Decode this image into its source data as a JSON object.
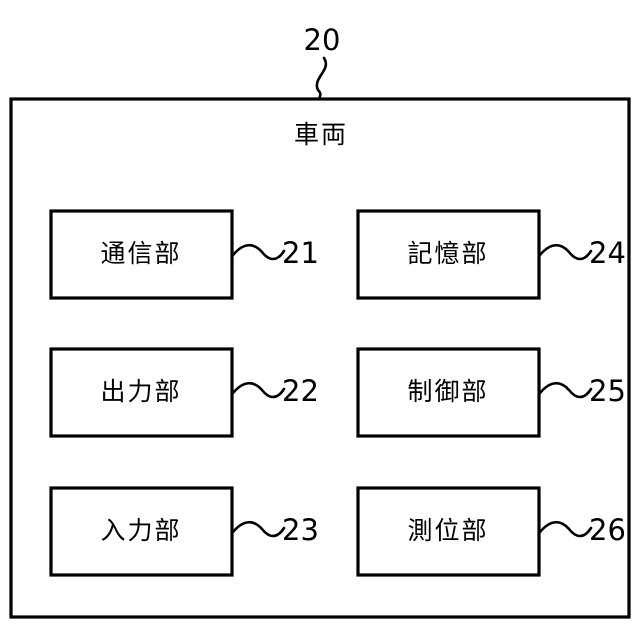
{
  "figure": {
    "background_color": "#ffffff",
    "line_color": "#000000",
    "frame": {
      "title": "車両",
      "reference_number": "20"
    },
    "units": [
      {
        "label": "通信部",
        "reference_number": "21",
        "column": "left",
        "row": 1
      },
      {
        "label": "出力部",
        "reference_number": "22",
        "column": "left",
        "row": 2
      },
      {
        "label": "入力部",
        "reference_number": "23",
        "column": "left",
        "row": 3
      },
      {
        "label": "記憶部",
        "reference_number": "24",
        "column": "right",
        "row": 1
      },
      {
        "label": "制御部",
        "reference_number": "25",
        "column": "right",
        "row": 2
      },
      {
        "label": "測位部",
        "reference_number": "26",
        "column": "right",
        "row": 3
      }
    ]
  }
}
